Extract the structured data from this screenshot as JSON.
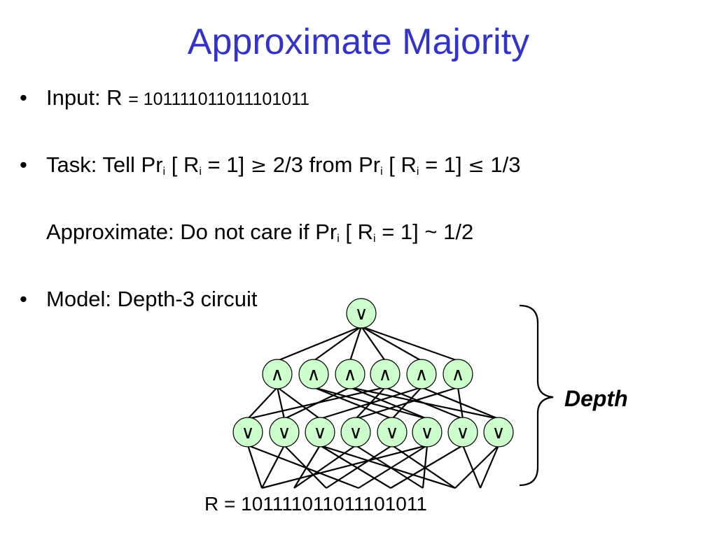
{
  "slide": {
    "title": "Approximate Majority",
    "bullet_symbol": "•",
    "input": {
      "label": "Input: R ",
      "eq": "= ",
      "value": "101111011011101011"
    },
    "task": {
      "prefix": "Task: Tell Pr",
      "sub1": "i",
      "mid1": " [ R",
      "sub2": "i",
      "mid2": " = 1] ",
      "geq": "≥",
      "mid3": " 2/3  from   Pr",
      "sub3": "i",
      "mid4": " [ R",
      "sub4": "i",
      "mid5": " = 1] ",
      "leq": "≤",
      "suffix": " 1/3"
    },
    "approx": {
      "prefix": "Approximate: Do not care if Pr",
      "sub1": "i",
      "mid1": " [ R",
      "sub2": "i",
      "suffix": " = 1] ~ 1/2"
    },
    "model": {
      "text": "Model: Depth-3 circuit"
    }
  },
  "circuit": {
    "top_gate": "∨",
    "middle_gates": [
      "∧",
      "∧",
      "∧",
      "∧",
      "∧",
      "∧"
    ],
    "bottom_gates": [
      "∨",
      "∨",
      "∨",
      "∨",
      "∨",
      "∨",
      "∨",
      "∨"
    ],
    "depth_label": "Depth",
    "input_label": "R = 101111011011101011",
    "node_fill": "#ccffcc",
    "title_color": "#3333cc"
  }
}
